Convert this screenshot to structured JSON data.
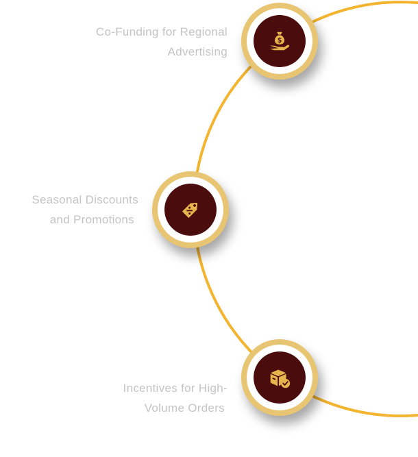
{
  "colors": {
    "arc": "#f3b42f",
    "ring": "#e8c572",
    "icon_bg": "#4a0c0c",
    "icon_fg": "#e7b54e",
    "label_text": "#c4c4c4"
  },
  "items": [
    {
      "label_lines": [
        "Co-Funding for Regional",
        "Advertising"
      ],
      "icon": "money-bag-hand-icon"
    },
    {
      "label_lines": [
        "Seasonal Discounts",
        "and Promotions"
      ],
      "icon": "discount-tag-icon"
    },
    {
      "label_lines": [
        "Incentives for High-",
        "Volume Orders"
      ],
      "icon": "box-check-icon"
    }
  ]
}
